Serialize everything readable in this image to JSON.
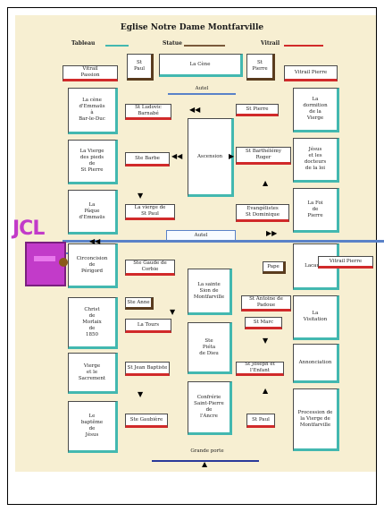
{
  "title": "Eglise Notre Dame Montfarville",
  "legend": [
    {
      "label": "Tableau",
      "color": "#43b8b0"
    },
    {
      "label": "Statue",
      "color": "#7a5a3a"
    },
    {
      "label": "Vitrail",
      "color": "#d12a2a"
    }
  ],
  "logo": {
    "text": "JCL"
  },
  "boxes": {
    "b1": "Vitrail\nPassion",
    "b2": "St\nPaul",
    "b3": "La Cène",
    "b4": "St\nPierre",
    "b5": "Vitrail Pierre",
    "b6": "Autel",
    "b7": "La cène\nd'Emmaüs\nà\nBar-le-Duc",
    "b8": "St Ludovic\nBarnabé",
    "b9": "St Pierre",
    "b10": "La\ndormition\nde la\nVierge",
    "b11": "Ascension",
    "b12": "La Vierge\ndes pieds\nde\nSt Pierre",
    "b13": "Ste Barbe",
    "b14": "St Barthélémy\nRoger",
    "b15": "Jésus\net les\ndocteurs\nde la loi",
    "b16": "La\nPâque\nd'Emmaüs",
    "b17": "La vierge de\nSt Paul",
    "b18": "Evangélistes\nSt Dominique",
    "b19": "La Foi\nde\nPierre",
    "b20": "Autel",
    "b21": "Circoncision\nde\nPérigord",
    "b22": "Ste Gaude de\nCorbie",
    "b23": "Pape",
    "b24": "Vitrail Pierre",
    "b25": "La Tours",
    "b26": "Lacaune",
    "b27": "La sainte\nSion de\nMontfarville",
    "b28": "St Antoine de\nPadoue",
    "b29": "Christ\nde\nMorlaix\nde\n1850",
    "b30": "Ste Anne",
    "b31": "St Marc",
    "b32": "La\nVisitation",
    "b33": "Ste\nPiéta\nde Dieu",
    "b34": "Vierge\net le\nSacrement",
    "b35": "St Jean Baptiste",
    "b36": "St Joseph et l'Enfant",
    "b37": "Annonciation",
    "b38": "Confrérie\nSaint-Pierre\nde\nl'Ancre",
    "b39": "Le\nbaptême\nde\nJésus",
    "b40": "Ste Gaubière",
    "b41": "St Paul",
    "b42": "Procession de\nla Vierge de\nMontfarville",
    "b43": "Grande porte"
  }
}
